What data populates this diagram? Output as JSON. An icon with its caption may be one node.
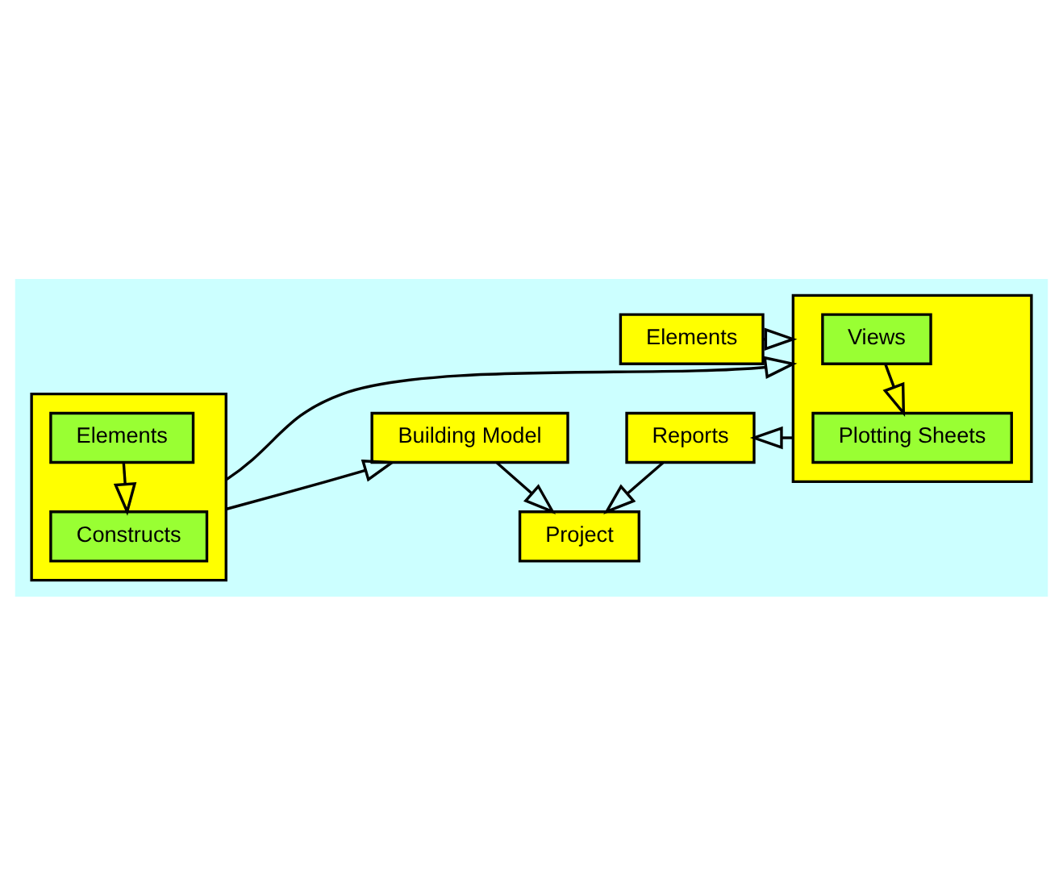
{
  "diagram": {
    "nodes": [
      {
        "text": [],
        "shape": "box"
      },
      {
        "text": [
          "Elements"
        ],
        "in": 0
      },
      {
        "text": [
          "Constructs"
        ],
        "in": 0
      },
      {
        "text": [
          "Building Model"
        ]
      },
      {
        "text": [
          "Project"
        ]
      },
      {
        "text": [
          "Elements"
        ]
      },
      {
        "text": [],
        "shape": "box"
      },
      {
        "text": [
          "Views"
        ],
        "in": 6
      },
      {
        "text": [
          "Plotting Sheets"
        ],
        "in": 6
      },
      {
        "text": [
          "Reports"
        ]
      }
    ],
    "edges": [
      {
        "from": 1,
        "to": 2,
        "arrow": "to"
      },
      {
        "from": 0,
        "to": 3,
        "arrow": "to"
      },
      {
        "from": 3,
        "to": 4,
        "arrow": "to"
      },
      {
        "from": 0,
        "to": 6,
        "arrow": "to"
      },
      {
        "from": 5,
        "to": 6,
        "arrow": "to"
      },
      {
        "from": 7,
        "to": 8,
        "arrow": "to"
      },
      {
        "from": 6,
        "to": 9,
        "arrow": "to"
      },
      {
        "from": 9,
        "to": 4,
        "arrow": "to"
      }
    ]
  }
}
